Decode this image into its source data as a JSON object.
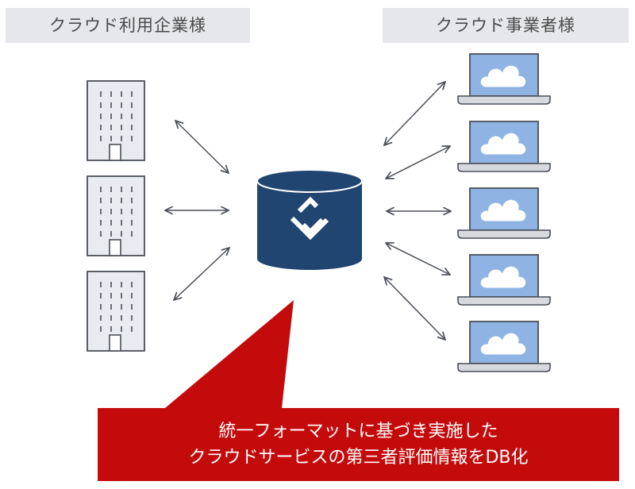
{
  "headers": {
    "left": "クラウド利用企業様",
    "right": "クラウド事業者様"
  },
  "callout": {
    "line1": "統一フォーマットに基づき実施した",
    "line2": "クラウドサービスの第三者評価情報をDB化"
  },
  "nodes": {
    "buildings": [
      "building",
      "building",
      "building"
    ],
    "database": "database",
    "laptops": [
      "laptop-cloud",
      "laptop-cloud",
      "laptop-cloud",
      "laptop-cloud",
      "laptop-cloud"
    ]
  },
  "colors": {
    "header_bg": "#e6e7ea",
    "header_text": "#4a4a4a",
    "building_fill": "#e9ebf0",
    "outline": "#4a4f58",
    "database_fill": "#1f4570",
    "laptop_screen": "#8fb4e3",
    "laptop_base": "#d7d9de",
    "callout_fill": "#c40b0c",
    "callout_text": "#ffffff",
    "arrow": "#4a4f58"
  }
}
